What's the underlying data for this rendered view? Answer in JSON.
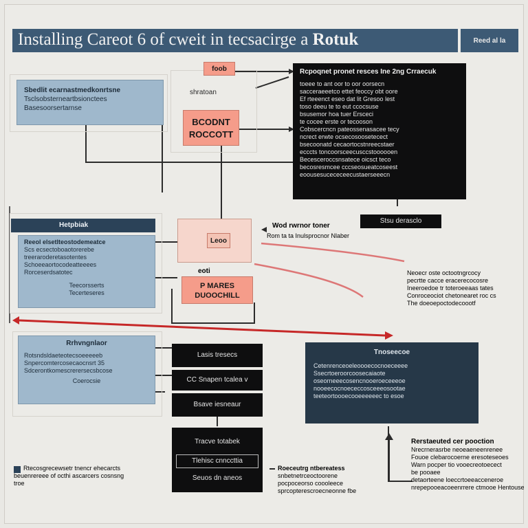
{
  "title": {
    "main": "Installing Careot 6 of cweit in tecsacirge a",
    "emphasis": "Rotuk",
    "badge": "Reed al la"
  },
  "top_left_card": {
    "lines": [
      "Sbedlit ecarnastmedkonrtsne",
      "Tsclsobsterneartbsionctees",
      "Basesoorsertarnse"
    ]
  },
  "center_top": {
    "tag": "foob",
    "label": "shratoan",
    "box_lines": [
      "BCODNT",
      "ROCCOTT"
    ]
  },
  "top_right_panel": {
    "heading": "Rcpoqnet pronet resces  Ine 2ng Crraecuk",
    "lines": [
      "toeee to ant oor to oor oorsecn",
      "sacceraeeetco ettet feoccy obt oore",
      "Ef rteeenct eseo dat lit Gresoo lest",
      "toso deeu te to eut ccocsuse",
      "bsusemor hoa tuer Ersceci",
      "te cocee erste or tecooson",
      "Cobscercncn pateossenasacee tecy",
      "ncrect erwte ocsecosoosetecect",
      "bsecoonatd cecaortocstnreecstaer",
      "ecccts toncoorsceecusccstoooooen",
      "Becesceroccsnsatece oicsct teco",
      "becosresmcee cccseosueatcoseest",
      "eoousesucececeecustaerseeecn"
    ],
    "caption": "Stsu derasclo"
  },
  "mid_left": {
    "header": "Hetpbiak",
    "lines": [
      "Reeol elsetlteostodemeatce",
      "Scs ecsectoboaotorerebe",
      "treeraroderetasotentes",
      "Schoeeaortocodeatteeees",
      "Rorceserdsatotec",
      "Teecorsserts",
      "Tecerteseres"
    ]
  },
  "mid_center": {
    "inner_label": "Leoo",
    "tag": "eoti",
    "box_lines": [
      "P MARES",
      "DUOOCHILL"
    ]
  },
  "mid_note": {
    "title": "Wod rwrnor toner",
    "sub": "Rom ta ta Inulsprocnor Nlaber"
  },
  "right_note": {
    "lines": [
      "Neoecr oste octootngrcocy",
      "pecrtte cacce eracerecocosre",
      "Ineeroedoe tr toteroeeaas tates",
      "Conroceociot chetonearet roc cs",
      "The doeoepoctodecoootf"
    ]
  },
  "lower_left": {
    "header": "Rrhvngnlaor",
    "lines": [
      "Rotsndsldaeteotecsoeeeeeb",
      "Snpercomtercosecaocnsrt 35",
      "Sdcerontkomescrerersecsbcose",
      "Coerocsie"
    ]
  },
  "lower_center_buttons": [
    "Lasis tresecs",
    "CC Snapen tcalea v",
    "Bsave iesneaur"
  ],
  "lower_right_panel": {
    "heading": "Tnoseecoe",
    "lines": [
      "Cetenrenceoeleoooecocnoeceeee",
      "Ssecrtoeroorcoosecaiaote",
      "oseorneeecosencnooeroeceeeoe",
      "nooeecocnoececcosceeeosootae",
      "teeteortoooecooeeeeeec to esoe"
    ]
  },
  "bottom_center_panel": {
    "title": "Tracve totabek",
    "rows": [
      "Tlehisc cnnccttia",
      "Seuos dn aneos"
    ]
  },
  "bottom_left_note": {
    "lines": [
      "Rtecosgrecewsetr tnencr ehecarcts",
      "beuenrereee of octhi ascarcers cosnsng",
      "troe"
    ]
  },
  "bottom_mid_note": {
    "lines": [
      "Roeceutrg ntbereatess",
      "snbetnetrceoctoorene",
      "pocpoceorso coooleece",
      "sprcopterescroecneonne fbe"
    ]
  },
  "bottom_right_note": {
    "heading": "Rerstaeuted cer pooction",
    "lines": [
      "Nrecrnerasrbe neoeaeneenrenee",
      "Fouoe clebarocoerne eresoteseoes",
      "Warn pocper tio vooecreotoecect",
      "be pooaee",
      "detaorteene loeccrtoeeacceneroe",
      "nrepepooeacoeenrrere ctmooe Hentouse"
    ]
  },
  "colors": {
    "title_bar": "#3d5a75",
    "blue_card": "#9fb8cc",
    "salmon": "#f59c8a",
    "black_panel": "#0e0e0f",
    "red_arrow": "#c62828"
  }
}
